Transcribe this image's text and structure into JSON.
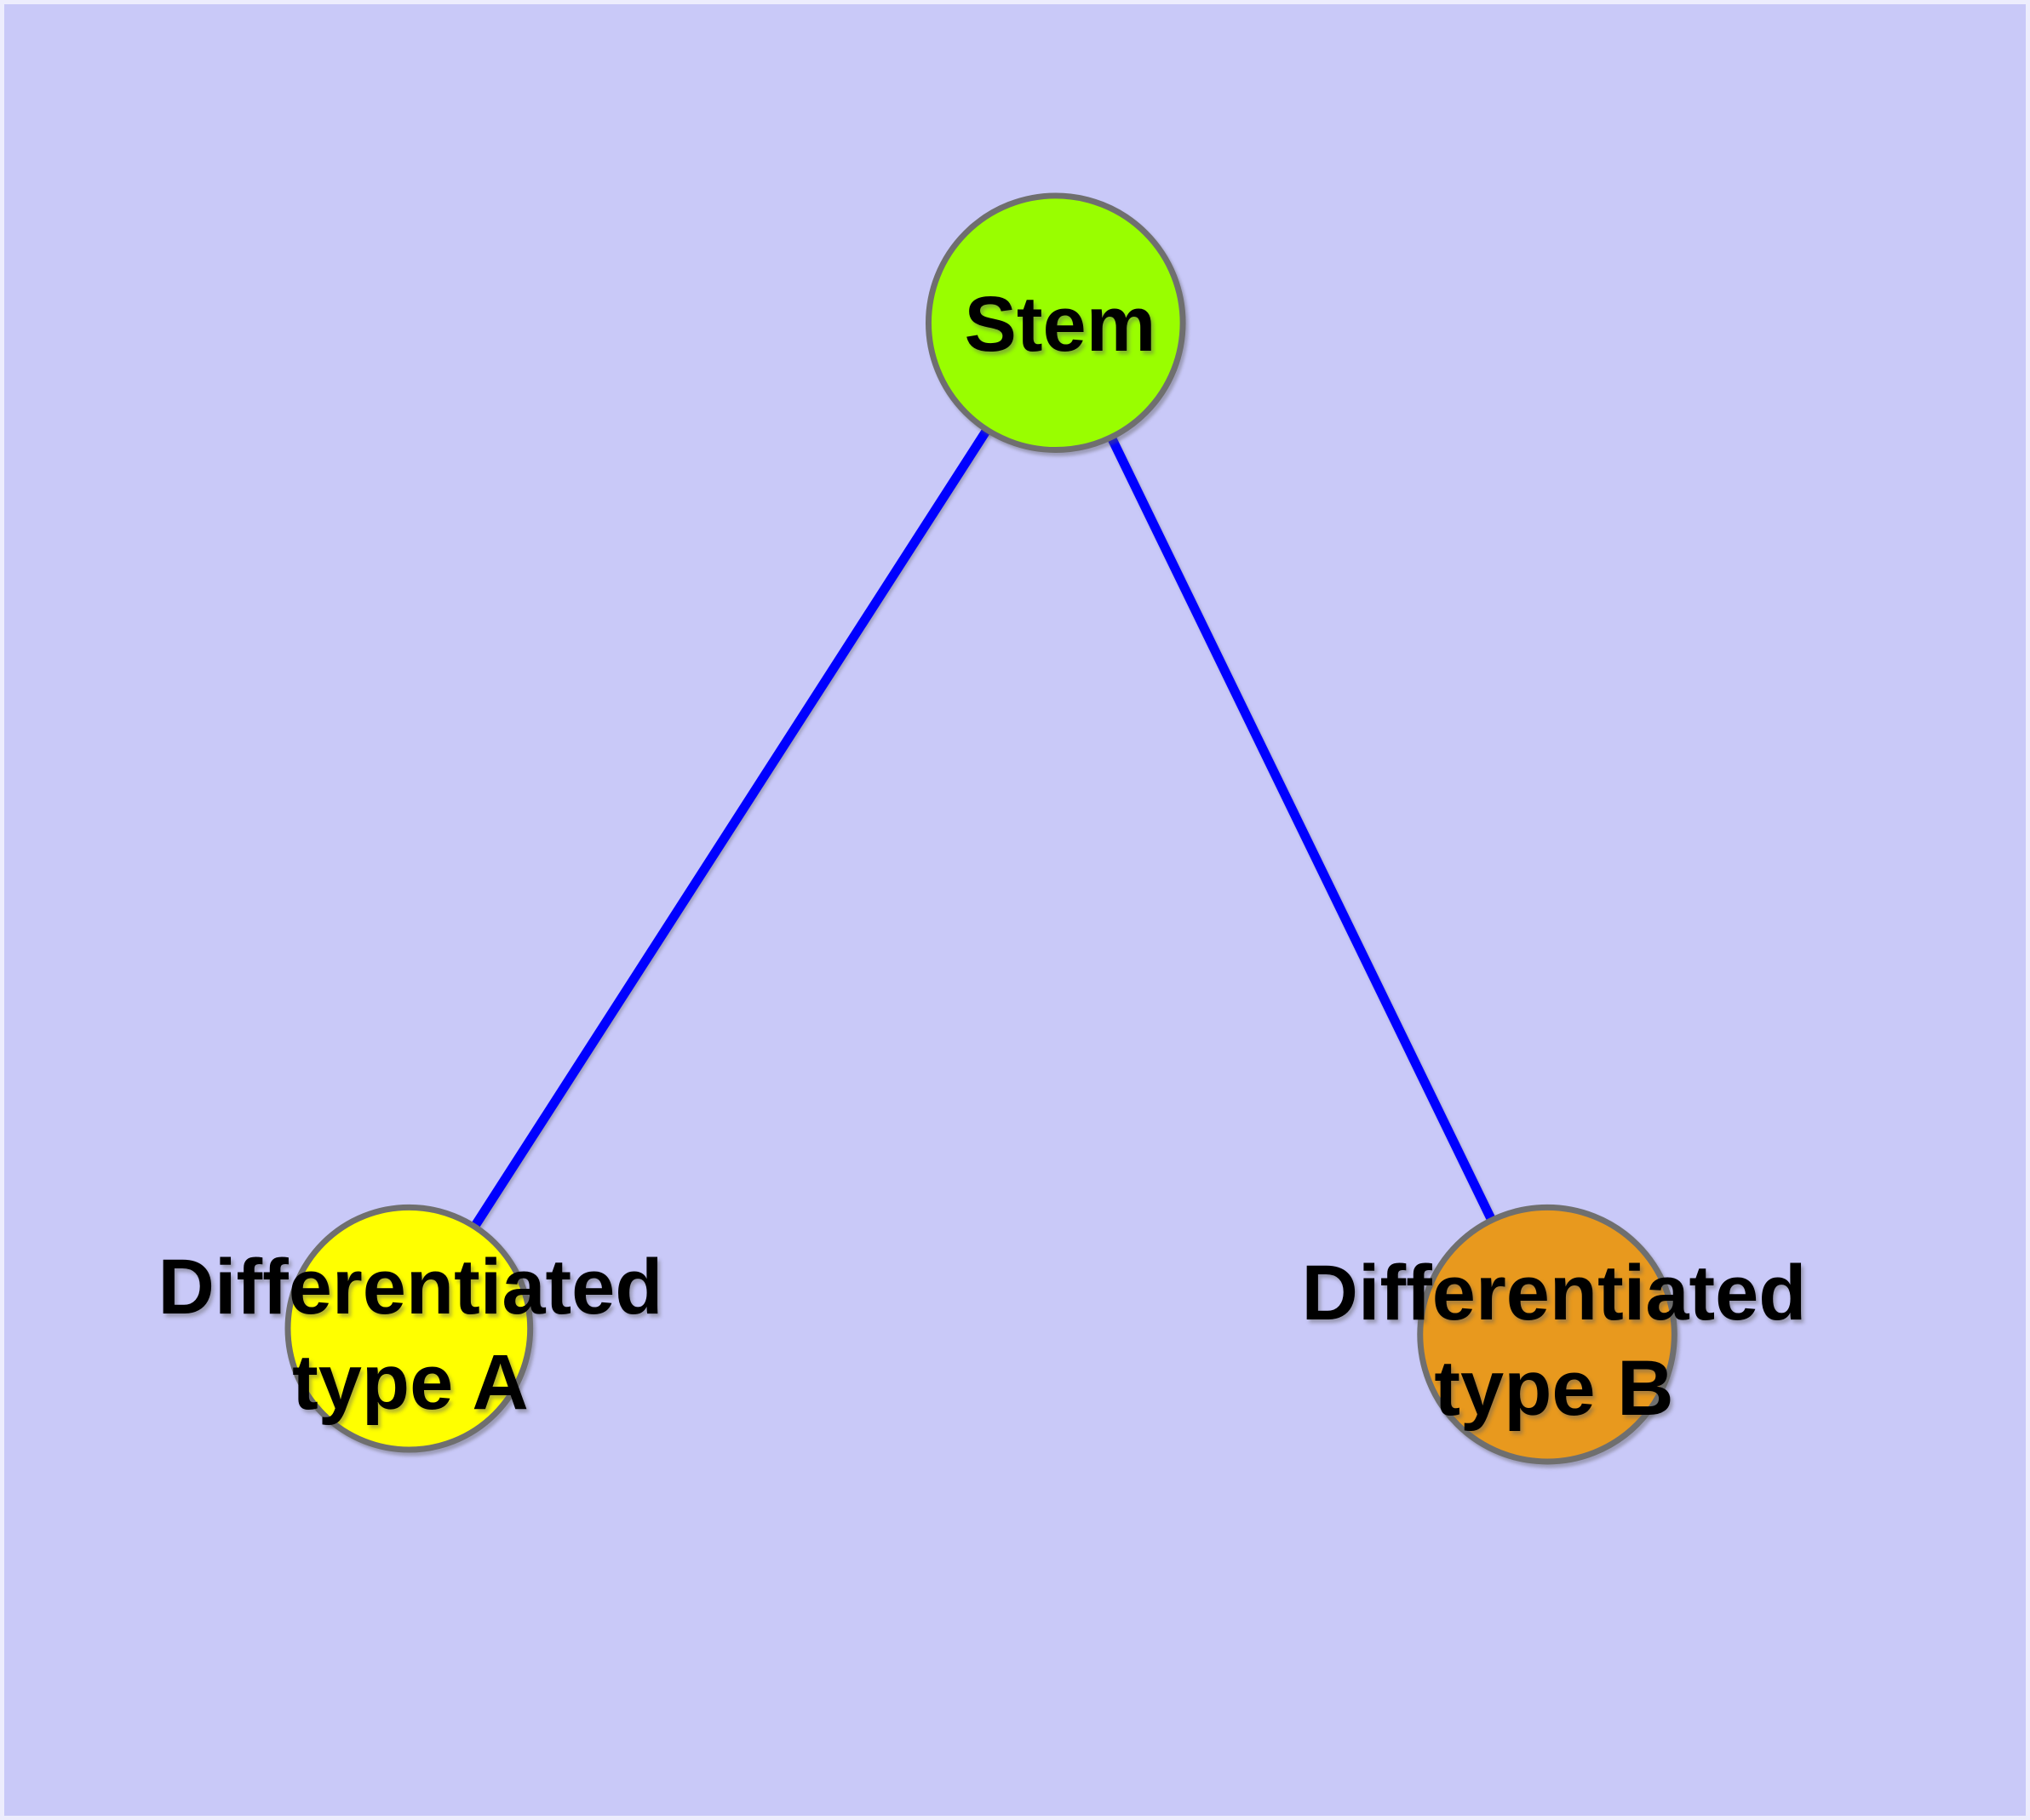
{
  "canvas": {
    "background_color": "#c9c9f8",
    "frame_highlight_color": "#ededfd"
  },
  "graph": {
    "node_border_color": "#6f6f6f",
    "edge_color": "#0000ff",
    "nodes": [
      {
        "id": "stem",
        "label": "Stem",
        "fill": "#99fe00"
      },
      {
        "id": "differentiated-type-a",
        "label": "Differentiated type A",
        "line1": "Differentiated",
        "line2": "type A",
        "fill": "#ffff00"
      },
      {
        "id": "differentiated-type-b",
        "label": "Differentiated type B",
        "line1": "Differentiated",
        "line2": "type B",
        "fill": "#e8991e"
      }
    ],
    "edges": [
      {
        "from": "Stem",
        "to": "Differentiated type A"
      },
      {
        "from": "Stem",
        "to": "Differentiated type B"
      }
    ]
  }
}
